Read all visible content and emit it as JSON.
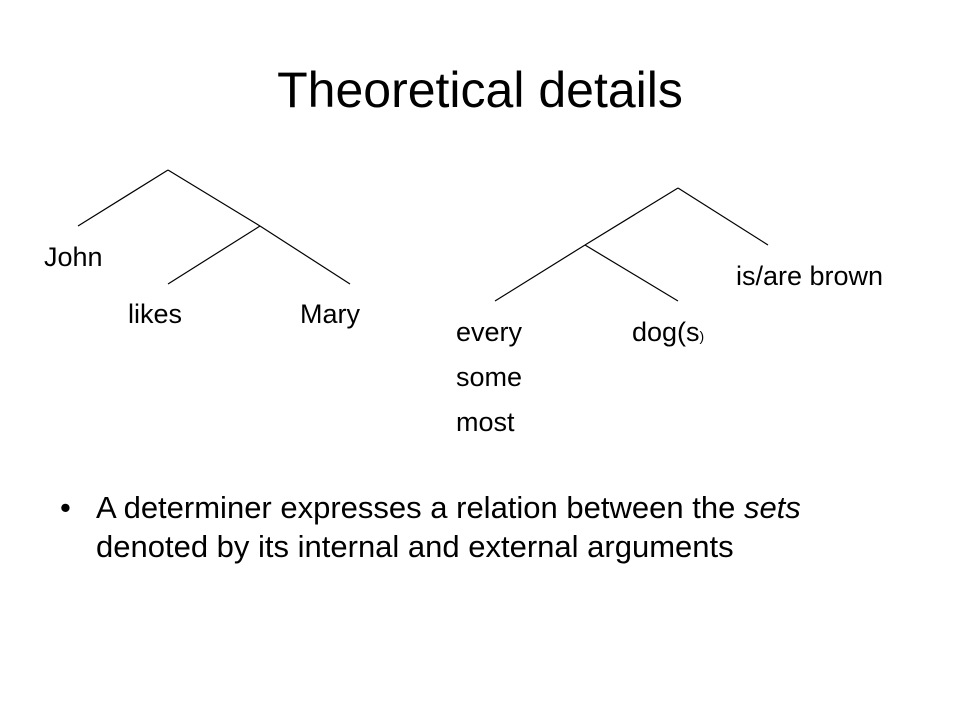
{
  "title": "Theoretical details",
  "tree1": {
    "subject": "John",
    "verb": "likes",
    "object": "Mary"
  },
  "tree2": {
    "determiners": [
      "every",
      "some",
      "most"
    ],
    "noun_main": "dog(s",
    "noun_paren": ")",
    "predicate": "is/are brown"
  },
  "bullet": {
    "marker": "•",
    "text_before": "A determiner expresses a relation between the ",
    "text_emph": "sets",
    "text_after": " denoted by its internal and external arguments"
  }
}
